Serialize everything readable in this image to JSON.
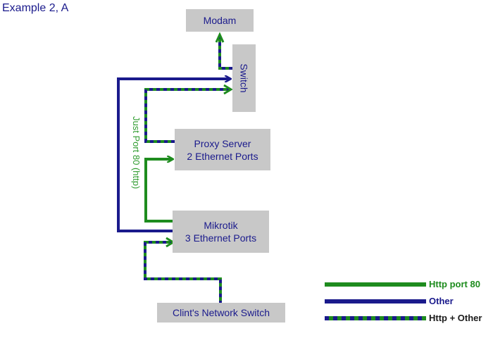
{
  "title": "Example 2, A",
  "nodes": {
    "modem": "Modam",
    "switch": "Switch",
    "proxy_line1": "Proxy Server",
    "proxy_line2": "2 Ethernet Ports",
    "mikrotik_line1": "Mikrotik",
    "mikrotik_line2": "3 Ethernet Ports",
    "client_switch": "Clint's Network Switch"
  },
  "edge_label": "Just Port 80 (http)",
  "colors": {
    "http": "#1e8c1e",
    "other": "#1a1a8c",
    "box": "#c8c8c8",
    "text": "#1a1a8c"
  },
  "legend": [
    {
      "label": "Http port 80",
      "style": "http",
      "text_color": "#1e8c1e"
    },
    {
      "label": "Other",
      "style": "other",
      "text_color": "#1a1a8c"
    },
    {
      "label": "Http + Other",
      "style": "both",
      "text_color": "#1a1a1a"
    }
  ]
}
